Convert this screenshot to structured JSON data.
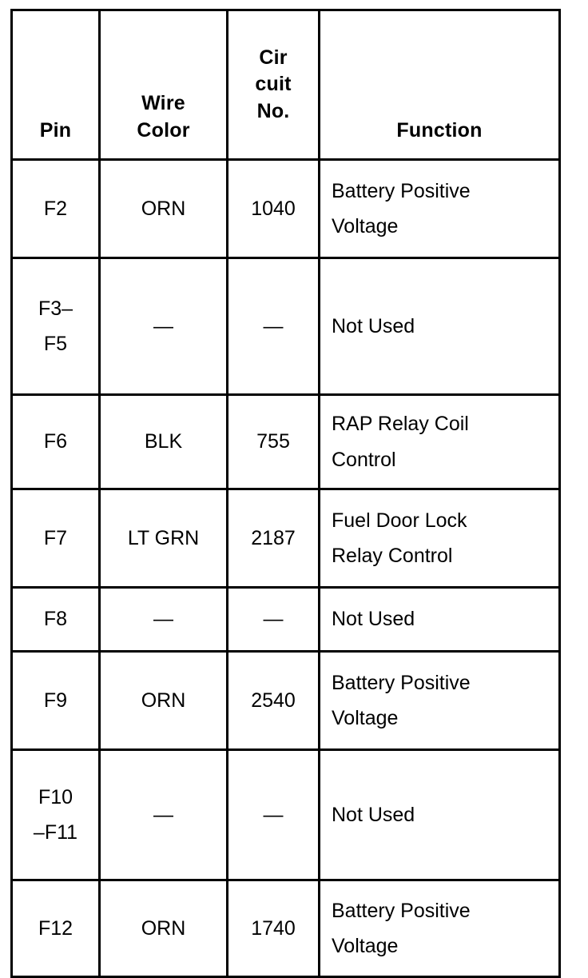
{
  "table": {
    "headers": [
      {
        "id": "pin",
        "lines": [
          "Pin"
        ]
      },
      {
        "id": "wire",
        "lines": [
          "Wire",
          "Color"
        ]
      },
      {
        "id": "circuit",
        "lines": [
          "Cir",
          "cuit",
          "No."
        ]
      },
      {
        "id": "function",
        "lines": [
          "Function"
        ]
      }
    ],
    "rows": [
      {
        "pin": [
          "F2"
        ],
        "wire": [
          "ORN"
        ],
        "circuit": [
          "1040"
        ],
        "function": [
          "Battery Positive",
          "Voltage"
        ]
      },
      {
        "pin": [
          "F3–",
          "F5"
        ],
        "wire": [
          "—"
        ],
        "circuit": [
          "—"
        ],
        "function": [
          "Not Used"
        ]
      },
      {
        "pin": [
          "F6"
        ],
        "wire": [
          "BLK"
        ],
        "circuit": [
          "755"
        ],
        "function": [
          "RAP Relay Coil",
          "Control"
        ]
      },
      {
        "pin": [
          "F7"
        ],
        "wire": [
          "LT GRN"
        ],
        "circuit": [
          "2187"
        ],
        "function": [
          "Fuel Door Lock",
          "Relay Control"
        ]
      },
      {
        "pin": [
          "F8"
        ],
        "wire": [
          "—"
        ],
        "circuit": [
          "—"
        ],
        "function": [
          "Not Used"
        ]
      },
      {
        "pin": [
          "F9"
        ],
        "wire": [
          "ORN"
        ],
        "circuit": [
          "2540"
        ],
        "function": [
          "Battery Positive",
          "Voltage"
        ]
      },
      {
        "pin": [
          "F10",
          "–F11"
        ],
        "wire": [
          "—"
        ],
        "circuit": [
          "—"
        ],
        "function": [
          "Not Used"
        ]
      },
      {
        "pin": [
          "F12"
        ],
        "wire": [
          "ORN"
        ],
        "circuit": [
          "1740"
        ],
        "function": [
          "Battery Positive",
          "Voltage"
        ]
      }
    ]
  },
  "colors": {
    "border": "#000000",
    "text": "#000000",
    "background": "#ffffff"
  }
}
